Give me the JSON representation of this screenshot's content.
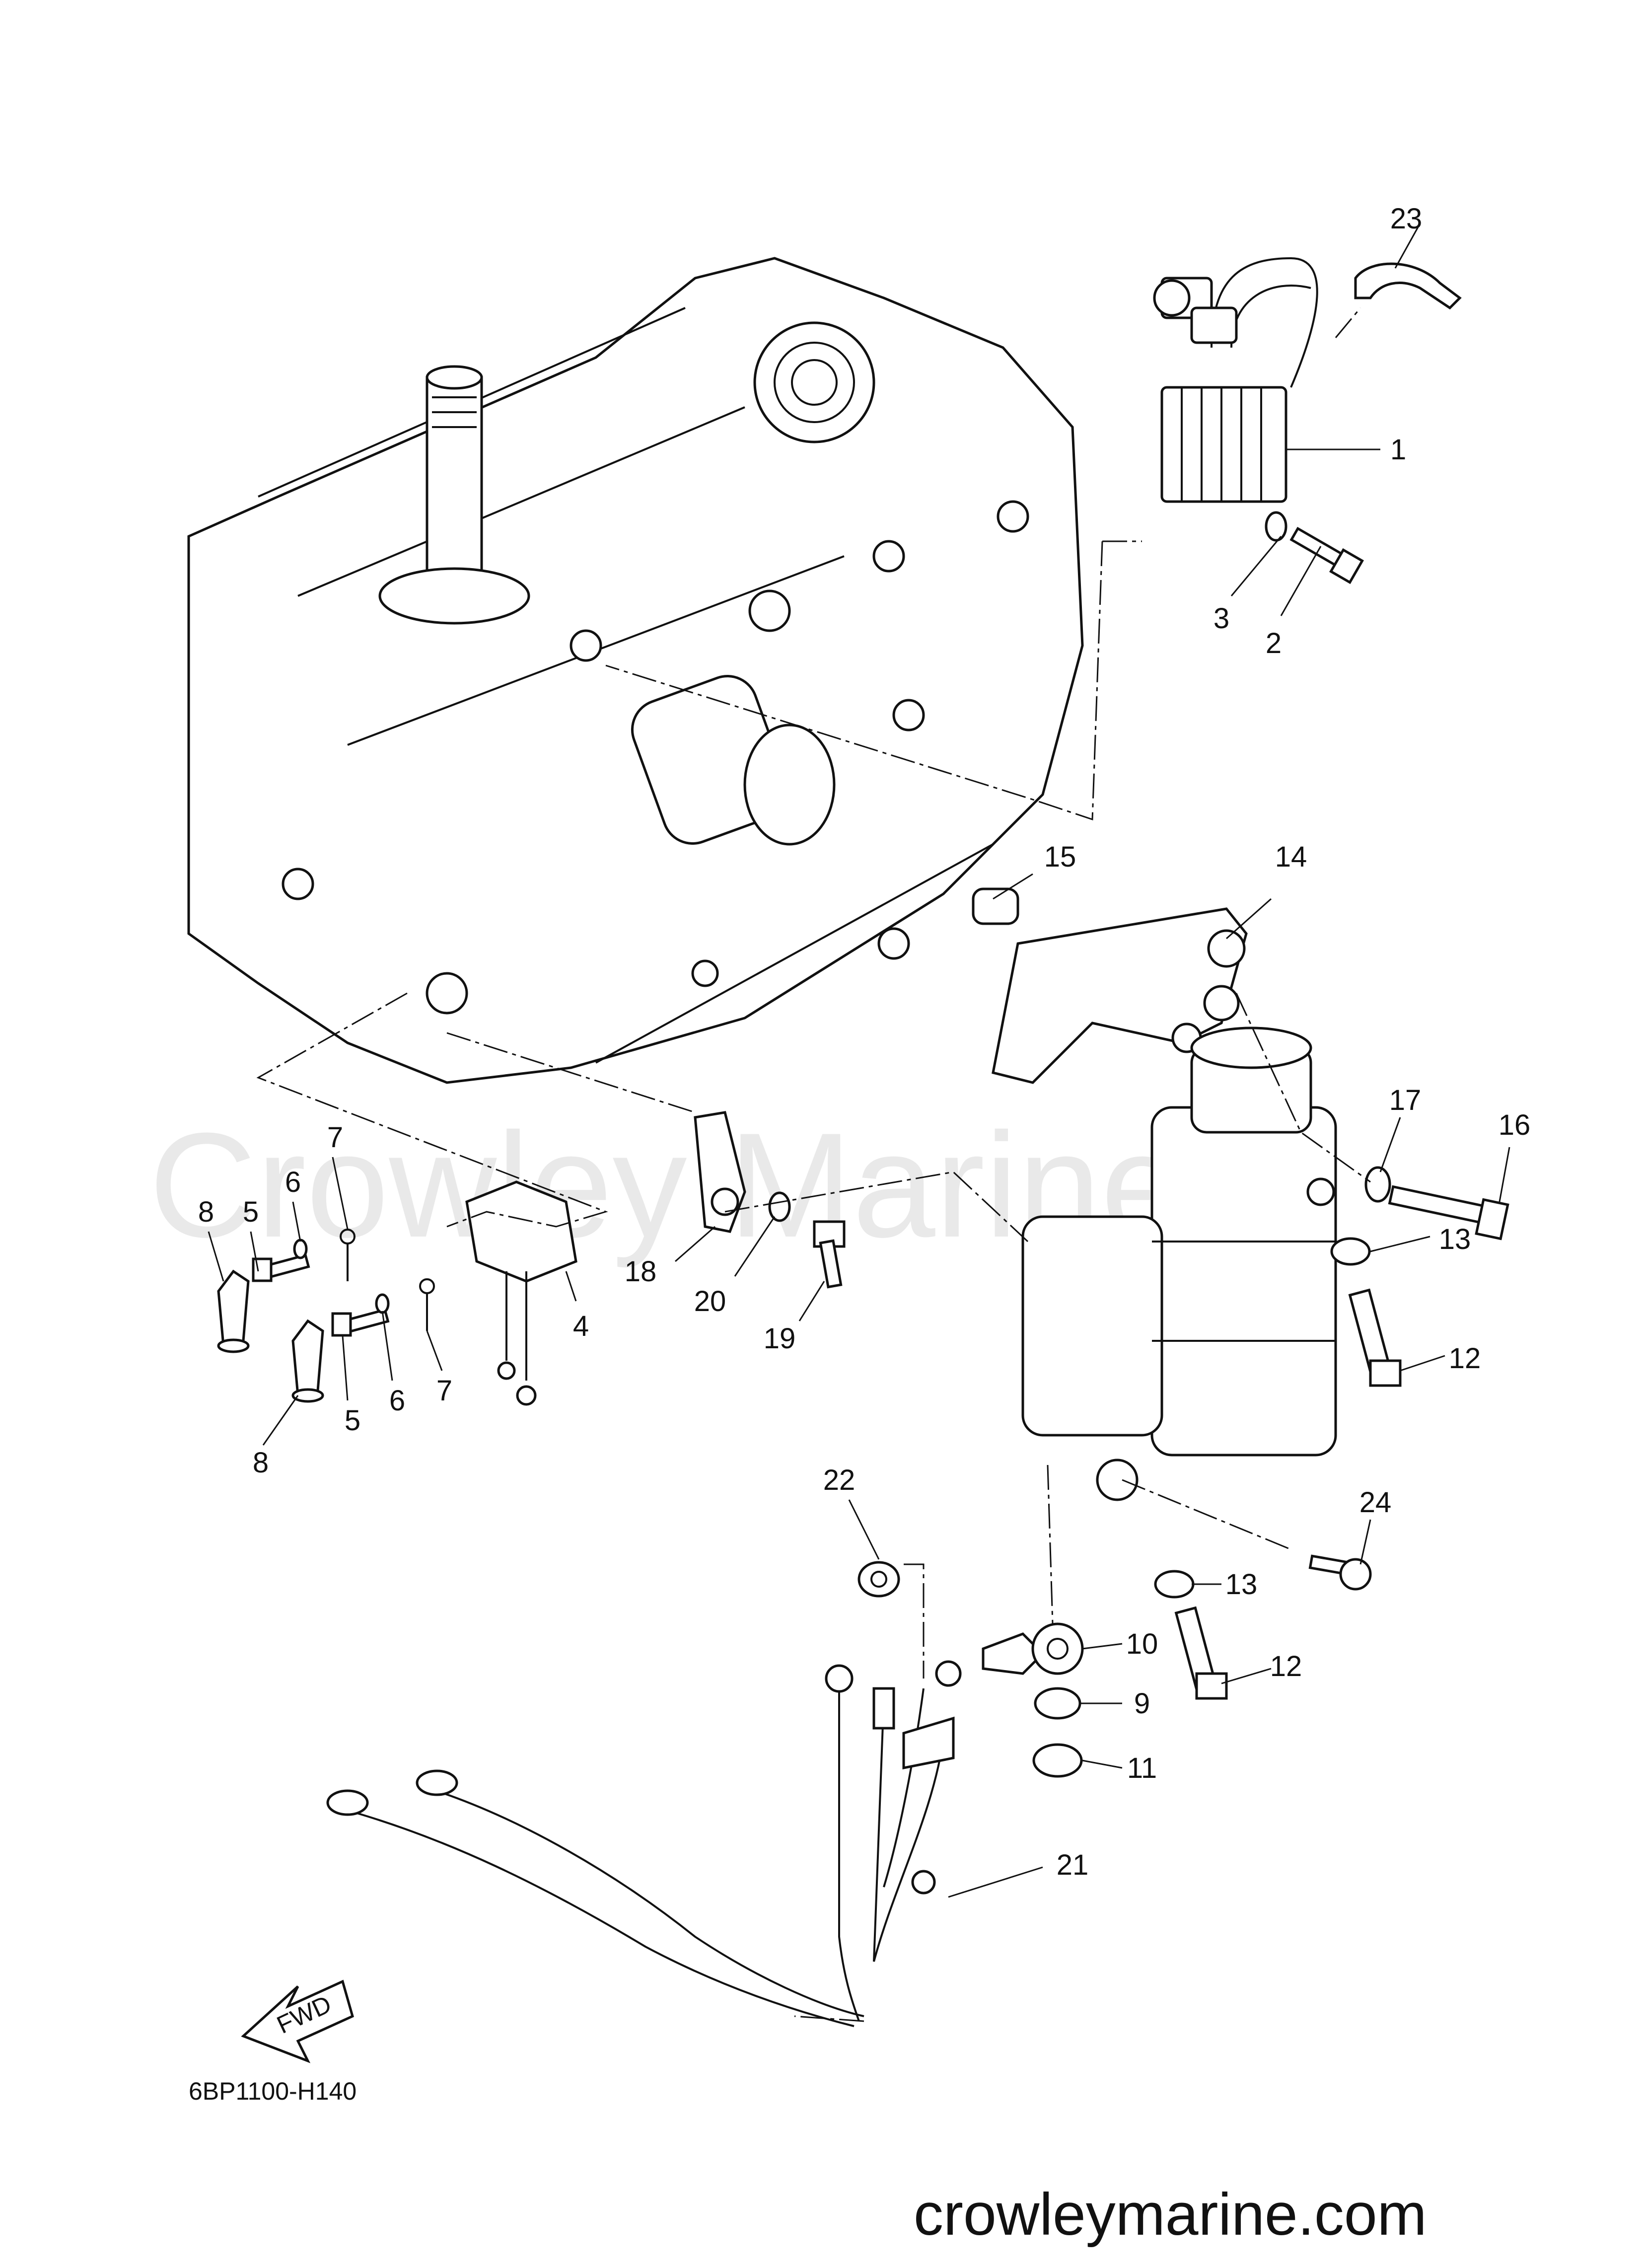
{
  "watermark": "Crowley Marine",
  "website": "crowleymarine.com",
  "diagram_code": "6BP1100-H140",
  "fwd_label": "FWD",
  "callouts": {
    "c1": "1",
    "c2": "2",
    "c3": "3",
    "c4": "4",
    "c5a": "5",
    "c5b": "5",
    "c6a": "6",
    "c6b": "6",
    "c7a": "7",
    "c7b": "7",
    "c8a": "8",
    "c8b": "8",
    "c9": "9",
    "c10": "10",
    "c11": "11",
    "c12a": "12",
    "c12b": "12",
    "c13a": "13",
    "c13b": "13",
    "c14": "14",
    "c15": "15",
    "c16": "16",
    "c17": "17",
    "c18": "18",
    "c19": "19",
    "c20": "20",
    "c21": "21",
    "c22": "22",
    "c23": "23",
    "c24": "24"
  }
}
